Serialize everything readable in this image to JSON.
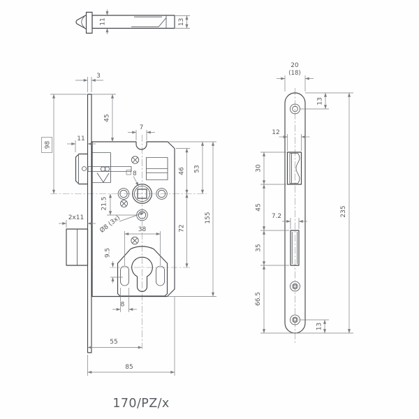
{
  "caption": "170/PZ/x",
  "top": {
    "d11": "11",
    "d13": "13"
  },
  "front": {
    "d3": "3",
    "d45": "45",
    "d7": "7",
    "d98": "98",
    "d11": "11",
    "d46": "46",
    "d53": "53",
    "d155": "155",
    "d72": "72",
    "d215": "21.5",
    "dsq8": "8",
    "dphi8": "Ø8 (3x)",
    "d38": "38",
    "d95": "9.5",
    "d8": "8",
    "d2x11": "2x11",
    "d55": "55",
    "d85": "85"
  },
  "side": {
    "d20": "20",
    "d18": "(18)",
    "d13t": "13",
    "d12": "12",
    "d30": "30",
    "d45": "45",
    "d72w": "7.2",
    "d35": "35",
    "d235": "235",
    "d665": "66.5",
    "d13b": "13"
  }
}
